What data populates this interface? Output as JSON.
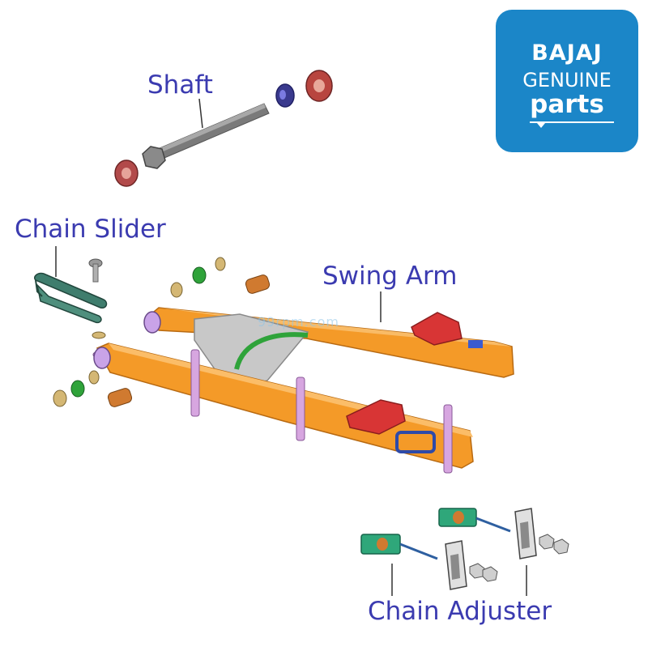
{
  "labels": {
    "shaft": "Shaft",
    "chain_slider": "Chain Slider",
    "swing_arm": "Swing Arm",
    "chain_adjuster": "Chain Adjuster"
  },
  "logo": {
    "brand": "BAJAJ",
    "line1": "GENUINE",
    "line2": "parts",
    "background_color": "#1b86c8"
  },
  "watermark": "99rpm.com",
  "colors": {
    "label_text": "#3b3bb0",
    "swing_arm": "#f49a28",
    "shaft": "#6f6f6f",
    "chain_slider": "#3f7d6d",
    "chain_adjuster": "#2fa77a",
    "plates": "#d7a6e0",
    "bracket": "#d83535"
  }
}
